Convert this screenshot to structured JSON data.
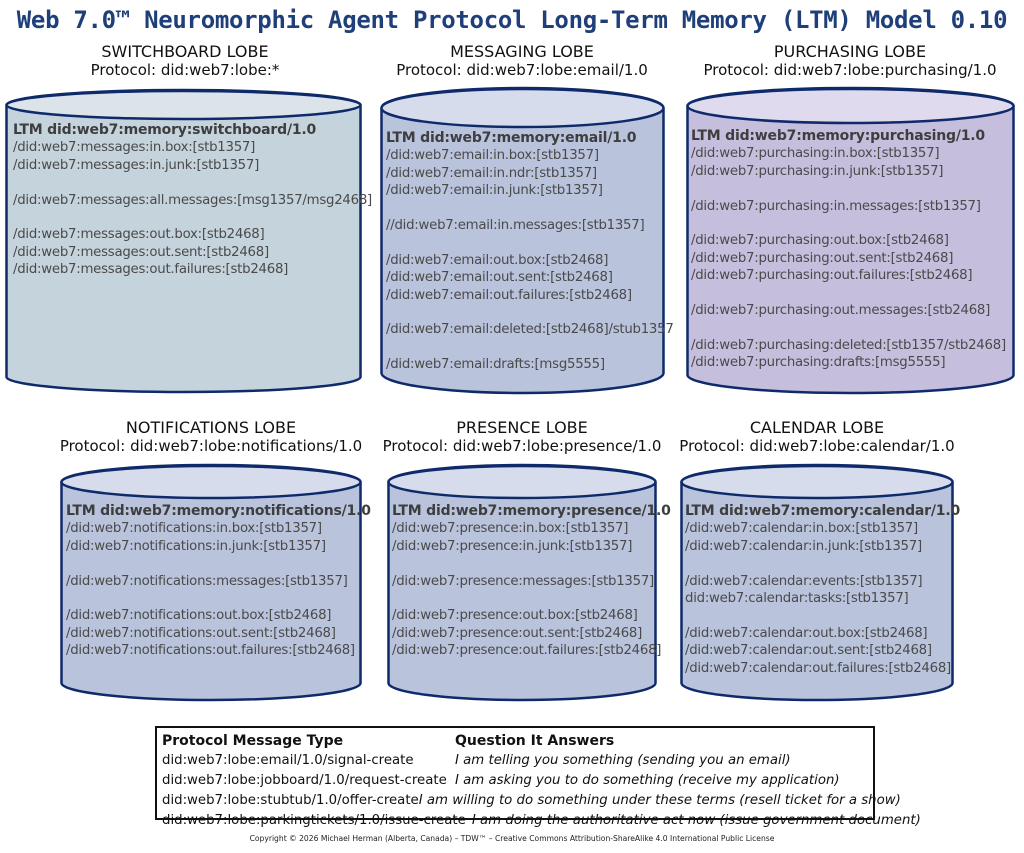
{
  "title": "Web 7.0™ Neuromorphic Agent Protocol Long-Term Memory (LTM) Model 0.10",
  "colors": {
    "title": "#1f3f7a",
    "outline": "#0f2a6b",
    "switchboard_fill": "#c5d3dc",
    "switchboard_top": "#dce4ea",
    "messaging_fill": "#b9c3dc",
    "messaging_top": "#d6dcec",
    "purchasing_fill": "#c6bedd",
    "purchasing_top": "#dfdaee",
    "lower_fill": "#b9c3dc",
    "lower_top": "#d6dcec"
  },
  "lobes": [
    {
      "name": "SWITCHBOARD LOBE",
      "protocol": "Protocol: did:web7:lobe:*",
      "ltm": "LTM did:web7:memory:switchboard/1.0",
      "lines": [
        "/did:web7:messages:in.box:[stb1357]",
        "/did:web7:messages:in.junk:[stb1357]",
        "",
        "/did:web7:messages:all.messages:[msg1357/msg2468]",
        "",
        "/did:web7:messages:out.box:[stb2468]",
        "/did:web7:messages:out.sent:[stb2468]",
        "/did:web7:messages:out.failures:[stb2468]"
      ]
    },
    {
      "name": "MESSAGING LOBE",
      "protocol": "Protocol: did:web7:lobe:email/1.0",
      "ltm": "LTM did:web7:memory:email/1.0",
      "lines": [
        "/did:web7:email:in.box:[stb1357]",
        "/did:web7:email:in.ndr:[stb1357]",
        "/did:web7:email:in.junk:[stb1357]",
        "",
        "//did:web7:email:in.messages:[stb1357]",
        "",
        "/did:web7:email:out.box:[stb2468]",
        "/did:web7:email:out.sent:[stb2468]",
        "/did:web7:email:out.failures:[stb2468]",
        "",
        "/did:web7:email:deleted:[stb2468]/stub1357",
        "",
        "/did:web7:email:drafts:[msg5555]"
      ]
    },
    {
      "name": "PURCHASING LOBE",
      "protocol": "Protocol: did:web7:lobe:purchasing/1.0",
      "ltm": "LTM did:web7:memory:purchasing/1.0",
      "lines": [
        "/did:web7:purchasing:in.box:[stb1357]",
        "/did:web7:purchasing:in.junk:[stb1357]",
        "",
        "/did:web7:purchasing:in.messages:[stb1357]",
        "",
        "/did:web7:purchasing:out.box:[stb2468]",
        "/did:web7:purchasing:out.sent:[stb2468]",
        "/did:web7:purchasing:out.failures:[stb2468]",
        "",
        "/did:web7:purchasing:out.messages:[stb2468]",
        "",
        "/did:web7:purchasing:deleted:[stb1357/stb2468]",
        "/did:web7:purchasing:drafts:[msg5555]"
      ]
    },
    {
      "name": "NOTIFICATIONS LOBE",
      "protocol": "Protocol: did:web7:lobe:notifications/1.0",
      "ltm": "LTM did:web7:memory:notifications/1.0",
      "lines": [
        "/did:web7:notifications:in.box:[stb1357]",
        "/did:web7:notifications:in.junk:[stb1357]",
        "",
        "/did:web7:notifications:messages:[stb1357]",
        "",
        "/did:web7:notifications:out.box:[stb2468]",
        "/did:web7:notifications:out.sent:[stb2468]",
        "/did:web7:notifications:out.failures:[stb2468]"
      ]
    },
    {
      "name": "PRESENCE LOBE",
      "protocol": "Protocol: did:web7:lobe:presence/1.0",
      "ltm": "LTM did:web7:memory:presence/1.0",
      "lines": [
        "/did:web7:presence:in.box:[stb1357]",
        "/did:web7:presence:in.junk:[stb1357]",
        "",
        "/did:web7:presence:messages:[stb1357]",
        "",
        "/did:web7:presence:out.box:[stb2468]",
        "/did:web7:presence:out.sent:[stb2468]",
        "/did:web7:presence:out.failures:[stb2468]"
      ]
    },
    {
      "name": "CALENDAR LOBE",
      "protocol": "Protocol: did:web7:lobe:calendar/1.0",
      "ltm": "LTM did:web7:memory:calendar/1.0",
      "lines": [
        "/did:web7:calendar:in.box:[stb1357]",
        "/did:web7:calendar:in.junk:[stb1357]",
        "",
        "/did:web7:calendar:events:[stb1357]",
        "did:web7:calendar:tasks:[stb1357]",
        "",
        "/did:web7:calendar:out.box:[stb2468]",
        "/did:web7:calendar:out.sent:[stb2468]",
        "/did:web7:calendar:out.failures:[stb2468]"
      ]
    }
  ],
  "table": {
    "headers": [
      "Protocol Message Type",
      "Question It Answers"
    ],
    "rows": [
      [
        "did:web7:lobe:email/1.0/signal-create",
        "I am telling you something (sending you an email)"
      ],
      [
        "did:web7:lobe:jobboard/1.0/request-create",
        "I am asking you to do something (receive my application)"
      ],
      [
        "did:web7:lobe:stubtub/1.0/offer-create",
        "I am willing to do something under these terms (resell ticket for a show)"
      ],
      [
        "did:web7:lobe:parkingtickets/1.0/issue-create",
        "    I am doing the authoritative act now (issue government document)"
      ]
    ]
  },
  "copyright": "Copyright © 2026 Michael Herman (Alberta, Canada) – TDW™ – Creative Commons Attribution-ShareAlike 4.0 International Public License"
}
